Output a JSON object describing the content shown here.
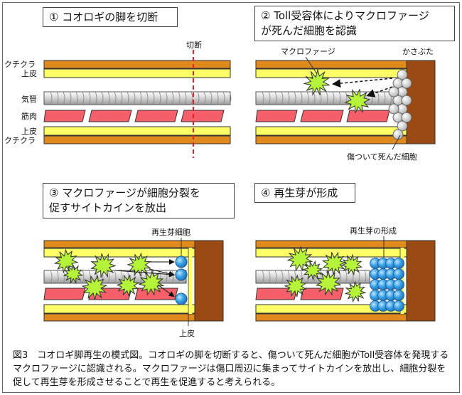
{
  "panels": [
    {
      "title": "① コオロギの脚を切断"
    },
    {
      "title_line1": "② Toll受容体によりマクロファージ",
      "title_line2": "が死んだ細胞を認識"
    },
    {
      "title_line1": "③ マクロファージが細胞分裂を",
      "title_line2": "促すサイトカインを放出"
    },
    {
      "title": "④ 再生芽が形成"
    }
  ],
  "labels": {
    "cuticle_top": "クチクラ",
    "epidermis_top": "上皮",
    "trachea": "気管",
    "muscle": "筋肉",
    "epidermis_bottom": "上皮",
    "cuticle_bottom": "クチクラ",
    "cut": "切断",
    "macrophage": "マクロファージ",
    "scab": "かさぶた",
    "dead_cells": "傷ついて死んだ細胞",
    "blastema_cells": "再生芽細胞",
    "epidermis_p3": "上皮",
    "blastema_formation": "再生芽の形成"
  },
  "caption": "図3　コオロギ脚再生の模式図。コオロギの脚を切断すると、傷ついて死んだ細胞がToll受容体を発現するマクロファージに認識される。マクロファージは傷口周辺に集まってサイトカインを放出し、細胞分裂を促して再生芽を形成させることで再生を促進すると考えられる。",
  "colors": {
    "cuticle": "#e08a1e",
    "epidermis": "#ffff66",
    "muscle": "#f55f6a",
    "trachea": "#e6e6e6",
    "scab": "#9a4a12",
    "macrophage": "#b5f23a",
    "blastema": "#3aa2e8",
    "dead_cell": "#d8d8d8",
    "cut_line": "#e52222"
  }
}
